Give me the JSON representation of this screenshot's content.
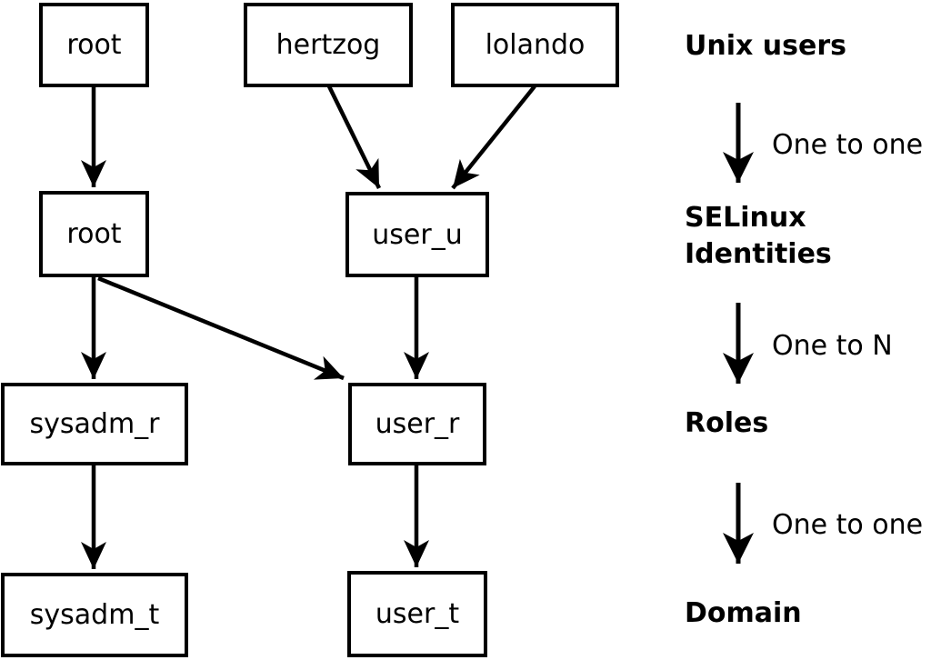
{
  "diagram": {
    "title_hint": "Mapping of Unix users to SELinux identities, roles and domains",
    "colors": {
      "line": "#000000",
      "background": "#ffffff",
      "text": "#000000"
    },
    "nodes": {
      "unix_root": "root",
      "unix_hertzog": "hertzog",
      "unix_lolando": "lolando",
      "selinux_root": "root",
      "selinux_user_u": "user_u",
      "role_sysadm_r": "sysadm_r",
      "role_user_r": "user_r",
      "domain_sysadm_t": "sysadm_t",
      "domain_user_t": "user_t"
    },
    "edges": [
      {
        "from": "unix_root",
        "to": "selinux_root"
      },
      {
        "from": "unix_hertzog",
        "to": "selinux_user_u"
      },
      {
        "from": "unix_lolando",
        "to": "selinux_user_u"
      },
      {
        "from": "selinux_root",
        "to": "role_sysadm_r"
      },
      {
        "from": "selinux_root",
        "to": "role_user_r"
      },
      {
        "from": "selinux_user_u",
        "to": "role_user_r"
      },
      {
        "from": "role_sysadm_r",
        "to": "domain_sysadm_t"
      },
      {
        "from": "role_user_r",
        "to": "domain_user_t"
      }
    ],
    "legend": {
      "unix_users": "Unix users",
      "selinux_identities": "SELinux\nIdentities",
      "roles": "Roles",
      "domain": "Domain",
      "rel_unix_to_selinux": "One to one",
      "rel_selinux_to_roles": "One to N",
      "rel_roles_to_domain": "One to one"
    }
  }
}
